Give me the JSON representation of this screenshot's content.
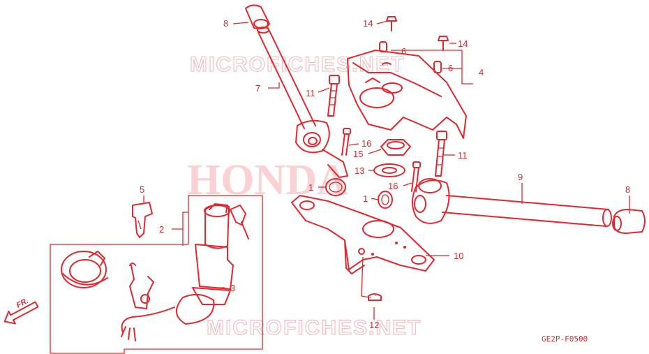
{
  "watermark": {
    "top": "MICROFICHES.NET",
    "bottom": "MICROFICHES.NET",
    "brand": "HONDA"
  },
  "diagram_code": "GE2P-F0500",
  "front_indicator": "FR.",
  "callouts": [
    {
      "id": "c8a",
      "label": "8"
    },
    {
      "id": "c14a",
      "label": "14"
    },
    {
      "id": "c6a",
      "label": "6"
    },
    {
      "id": "c14b",
      "label": "14"
    },
    {
      "id": "c6b",
      "label": "6"
    },
    {
      "id": "c4",
      "label": "4"
    },
    {
      "id": "c7",
      "label": "7"
    },
    {
      "id": "c11a",
      "label": "11"
    },
    {
      "id": "c16a",
      "label": "16"
    },
    {
      "id": "c15",
      "label": "15"
    },
    {
      "id": "c11b",
      "label": "11"
    },
    {
      "id": "c13",
      "label": "13"
    },
    {
      "id": "c9",
      "label": "9"
    },
    {
      "id": "c16b",
      "label": "16"
    },
    {
      "id": "c1a",
      "label": "1"
    },
    {
      "id": "c1b",
      "label": "1"
    },
    {
      "id": "c8b",
      "label": "8"
    },
    {
      "id": "c5",
      "label": "5"
    },
    {
      "id": "c2",
      "label": "2"
    },
    {
      "id": "c10",
      "label": "10"
    },
    {
      "id": "c3",
      "label": "3"
    },
    {
      "id": "c12",
      "label": "12"
    }
  ],
  "colors": {
    "ink": "#e8262e",
    "watermark": "#f6b3b6"
  }
}
